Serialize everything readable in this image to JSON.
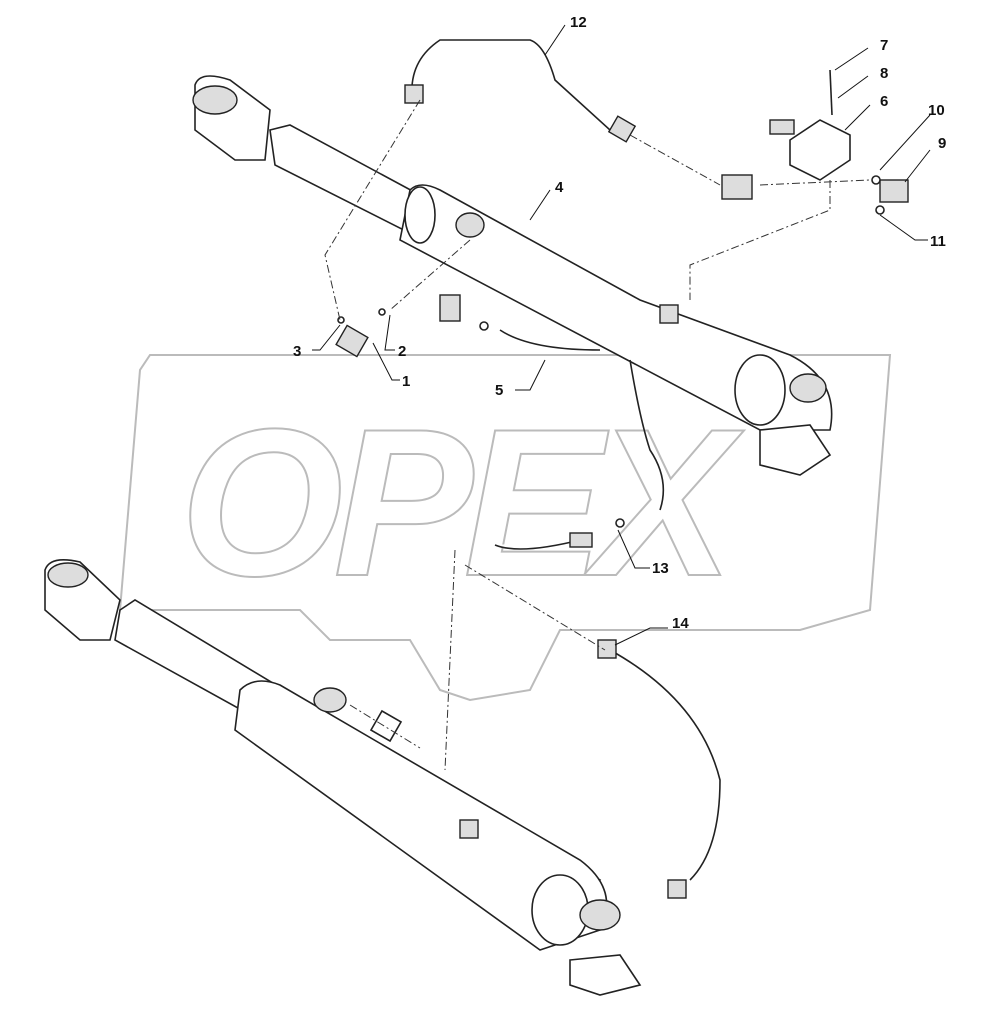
{
  "watermark": "OPEX",
  "callouts": [
    {
      "id": "1",
      "text": "1"
    },
    {
      "id": "2",
      "text": "2"
    },
    {
      "id": "3",
      "text": "3"
    },
    {
      "id": "4",
      "text": "4"
    },
    {
      "id": "5",
      "text": "5"
    },
    {
      "id": "6",
      "text": "6"
    },
    {
      "id": "7",
      "text": "7"
    },
    {
      "id": "8",
      "text": "8"
    },
    {
      "id": "9",
      "text": "9"
    },
    {
      "id": "10",
      "text": "10"
    },
    {
      "id": "11",
      "text": "11"
    },
    {
      "id": "12",
      "text": "12"
    },
    {
      "id": "13",
      "text": "13"
    },
    {
      "id": "14",
      "text": "14"
    }
  ]
}
